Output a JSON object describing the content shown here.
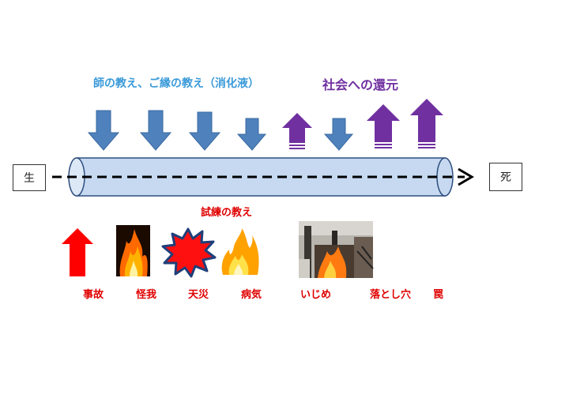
{
  "top_blue_label": "師の教え、ご縁の教え（消化液）",
  "top_purple_label": "社会への還元",
  "start_box": "生",
  "end_box": "死",
  "middle_red_label": "試練の教え",
  "bottom_labels": [
    "事故",
    "怪我",
    "天災",
    "病気",
    "いじめ",
    "落とし穴",
    "罠"
  ],
  "colors": {
    "blue_arrow": "#4f81bd",
    "purple_arrow": "#7030a0",
    "red": "#ff0000",
    "tube_fill": "#c6d9f1",
    "tube_stroke": "#2f4f7f"
  }
}
